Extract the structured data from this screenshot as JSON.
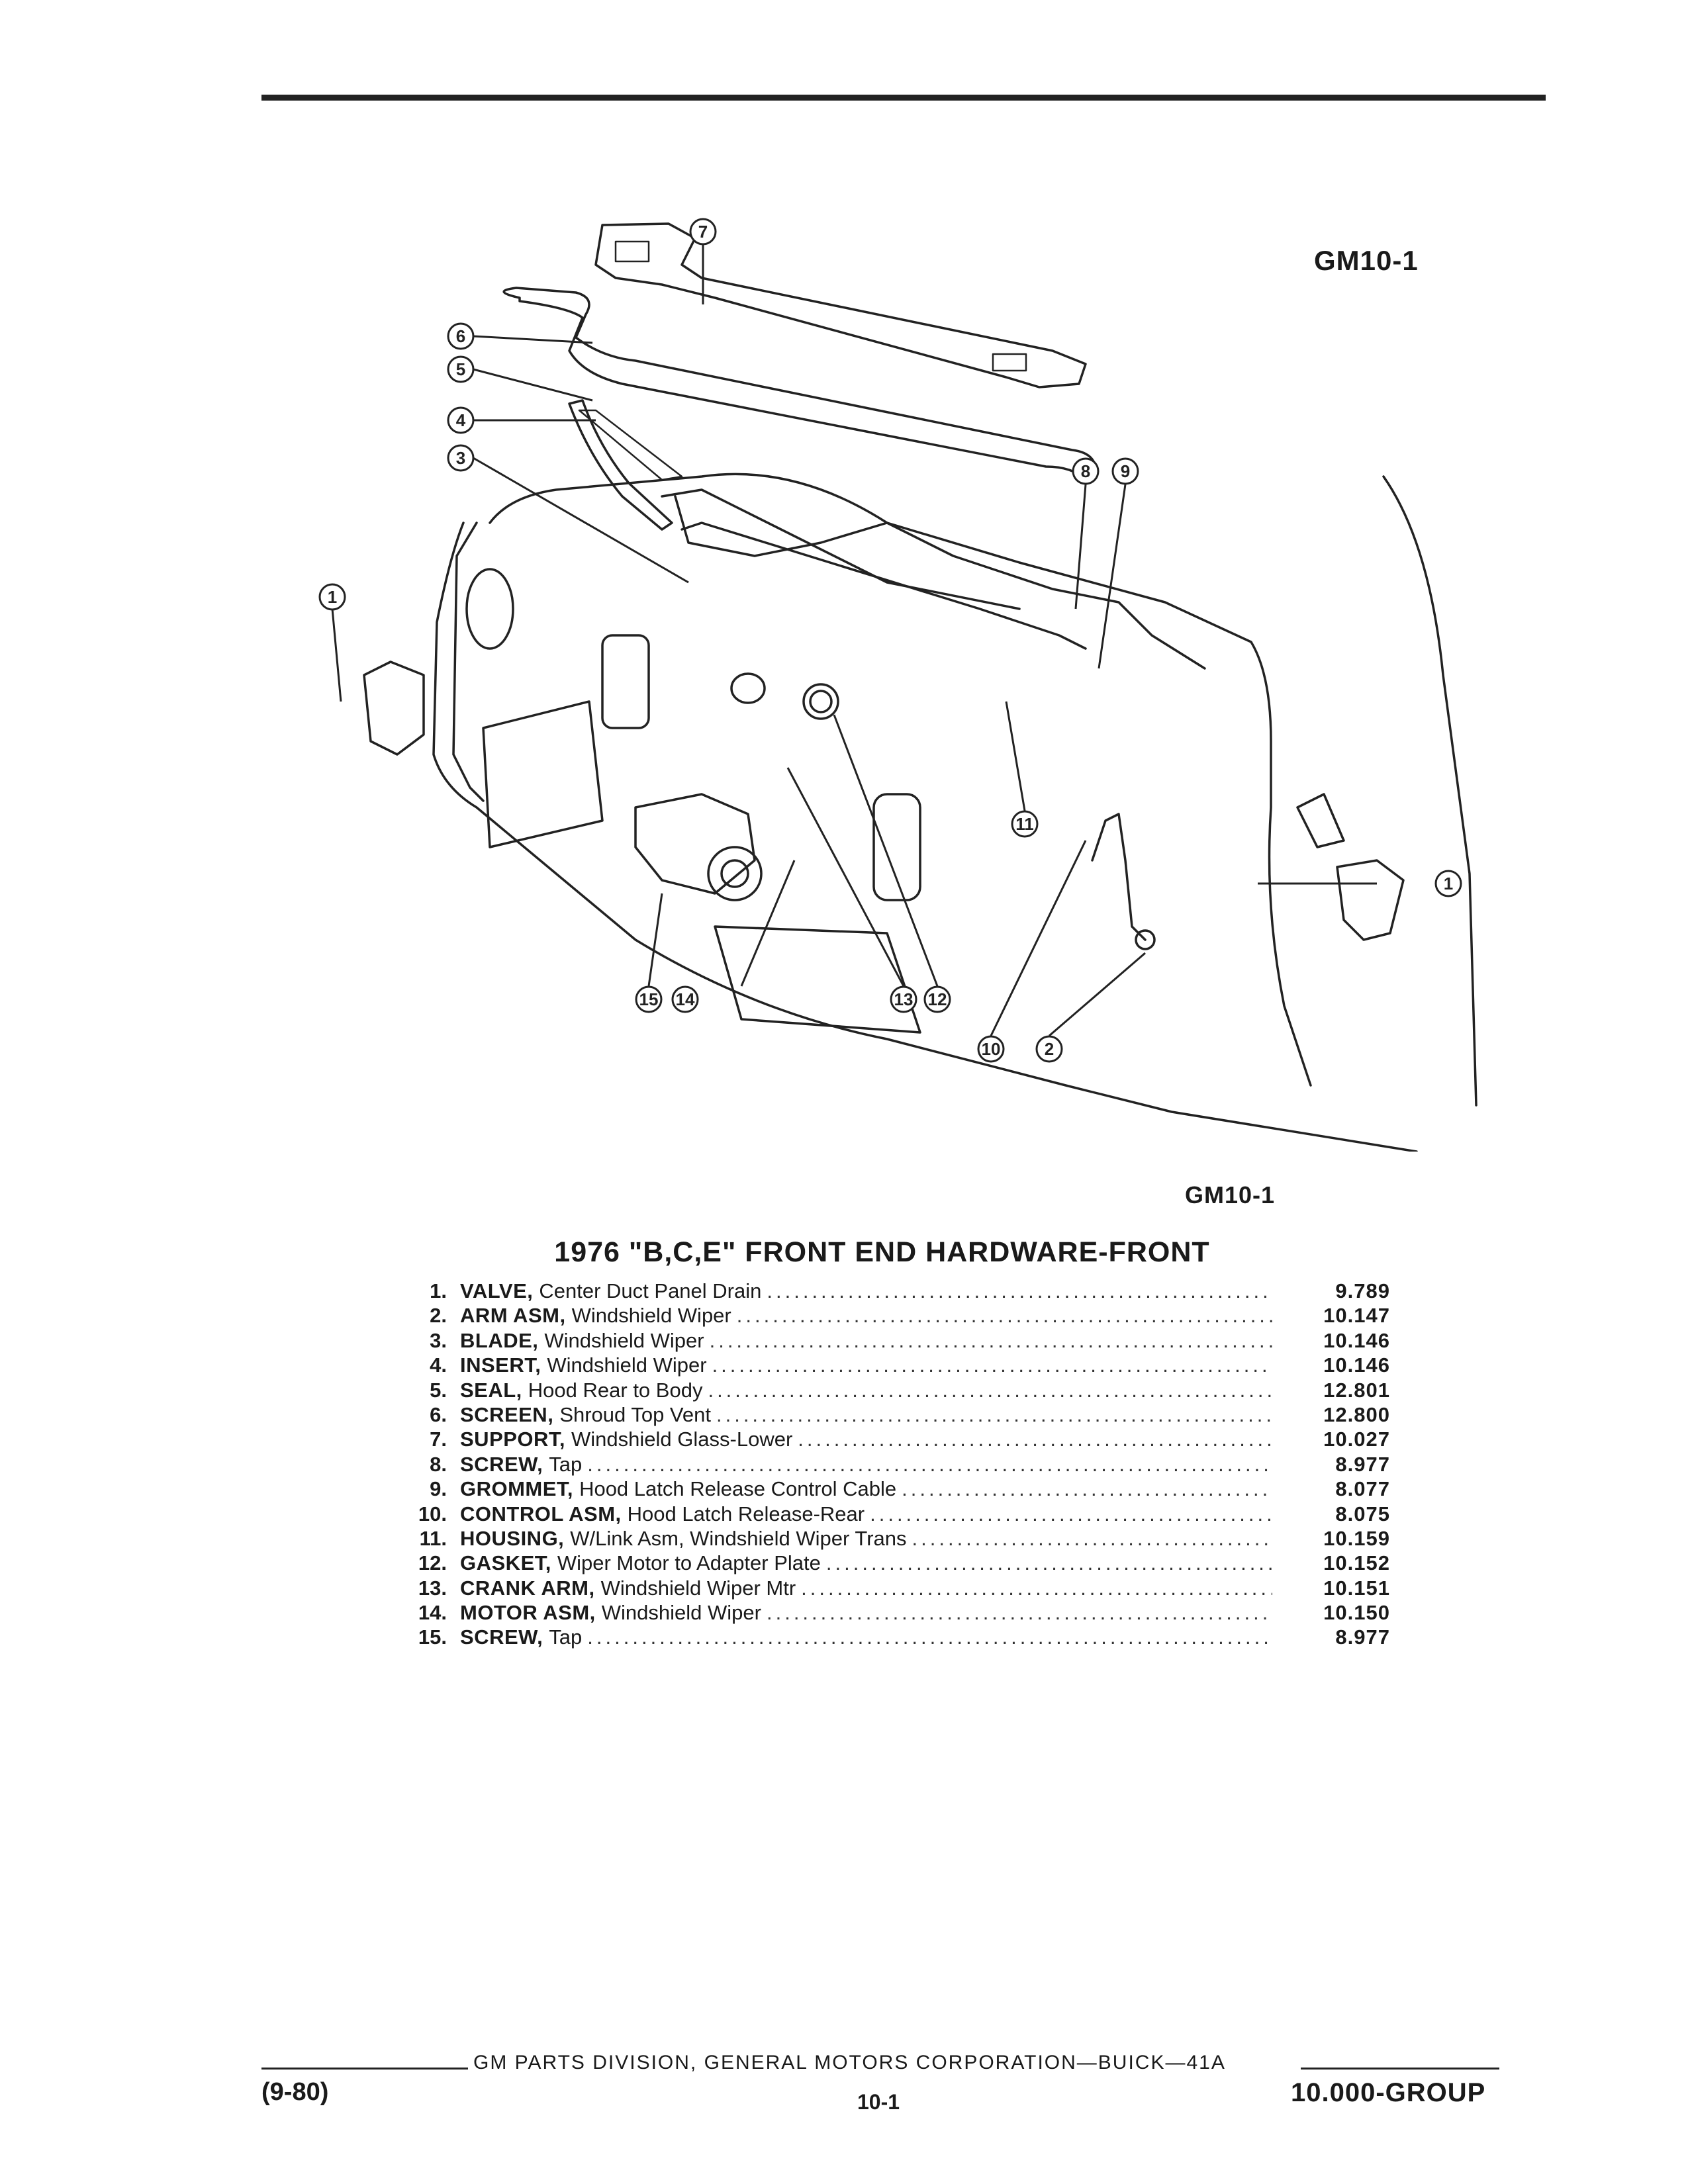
{
  "figure_id_top": "GM10-1",
  "figure_id_bottom": "GM10-1",
  "title": "1976 \"B,C,E\" FRONT END HARDWARE-FRONT",
  "callouts": [
    "1",
    "1",
    "2",
    "3",
    "4",
    "5",
    "6",
    "7",
    "8",
    "9",
    "10",
    "11",
    "12",
    "13",
    "14",
    "15"
  ],
  "parts": [
    {
      "num": "1.",
      "name": "VALVE,",
      "desc": "Center Duct Panel Drain",
      "ref": "9.789"
    },
    {
      "num": "2.",
      "name": "ARM ASM,",
      "desc": "Windshield Wiper",
      "ref": "10.147"
    },
    {
      "num": "3.",
      "name": "BLADE,",
      "desc": "Windshield Wiper",
      "ref": "10.146"
    },
    {
      "num": "4.",
      "name": "INSERT,",
      "desc": "Windshield Wiper",
      "ref": "10.146"
    },
    {
      "num": "5.",
      "name": "SEAL,",
      "desc": "Hood Rear to Body",
      "ref": "12.801"
    },
    {
      "num": "6.",
      "name": "SCREEN,",
      "desc": "Shroud Top Vent",
      "ref": "12.800"
    },
    {
      "num": "7.",
      "name": "SUPPORT,",
      "desc": "Windshield Glass-Lower",
      "ref": "10.027"
    },
    {
      "num": "8.",
      "name": "SCREW,",
      "desc": "Tap",
      "ref": "8.977"
    },
    {
      "num": "9.",
      "name": "GROMMET,",
      "desc": "Hood Latch Release Control Cable",
      "ref": "8.077"
    },
    {
      "num": "10.",
      "name": "CONTROL ASM,",
      "desc": "Hood Latch Release-Rear",
      "ref": "8.075"
    },
    {
      "num": "11.",
      "name": "HOUSING,",
      "desc": "W/Link Asm, Windshield Wiper Trans",
      "ref": "10.159"
    },
    {
      "num": "12.",
      "name": "GASKET,",
      "desc": "Wiper Motor to Adapter Plate",
      "ref": "10.152"
    },
    {
      "num": "13.",
      "name": "CRANK ARM,",
      "desc": "Windshield Wiper Mtr",
      "ref": "10.151"
    },
    {
      "num": "14.",
      "name": "MOTOR ASM,",
      "desc": "Windshield Wiper",
      "ref": "10.150"
    },
    {
      "num": "15.",
      "name": "SCREW,",
      "desc": "Tap",
      "ref": "8.977"
    }
  ],
  "footer": {
    "company": "GM PARTS DIVISION, GENERAL MOTORS CORPORATION—BUICK—41A",
    "date": "(9-80)",
    "page": "10-1",
    "group": "10.000-GROUP"
  }
}
